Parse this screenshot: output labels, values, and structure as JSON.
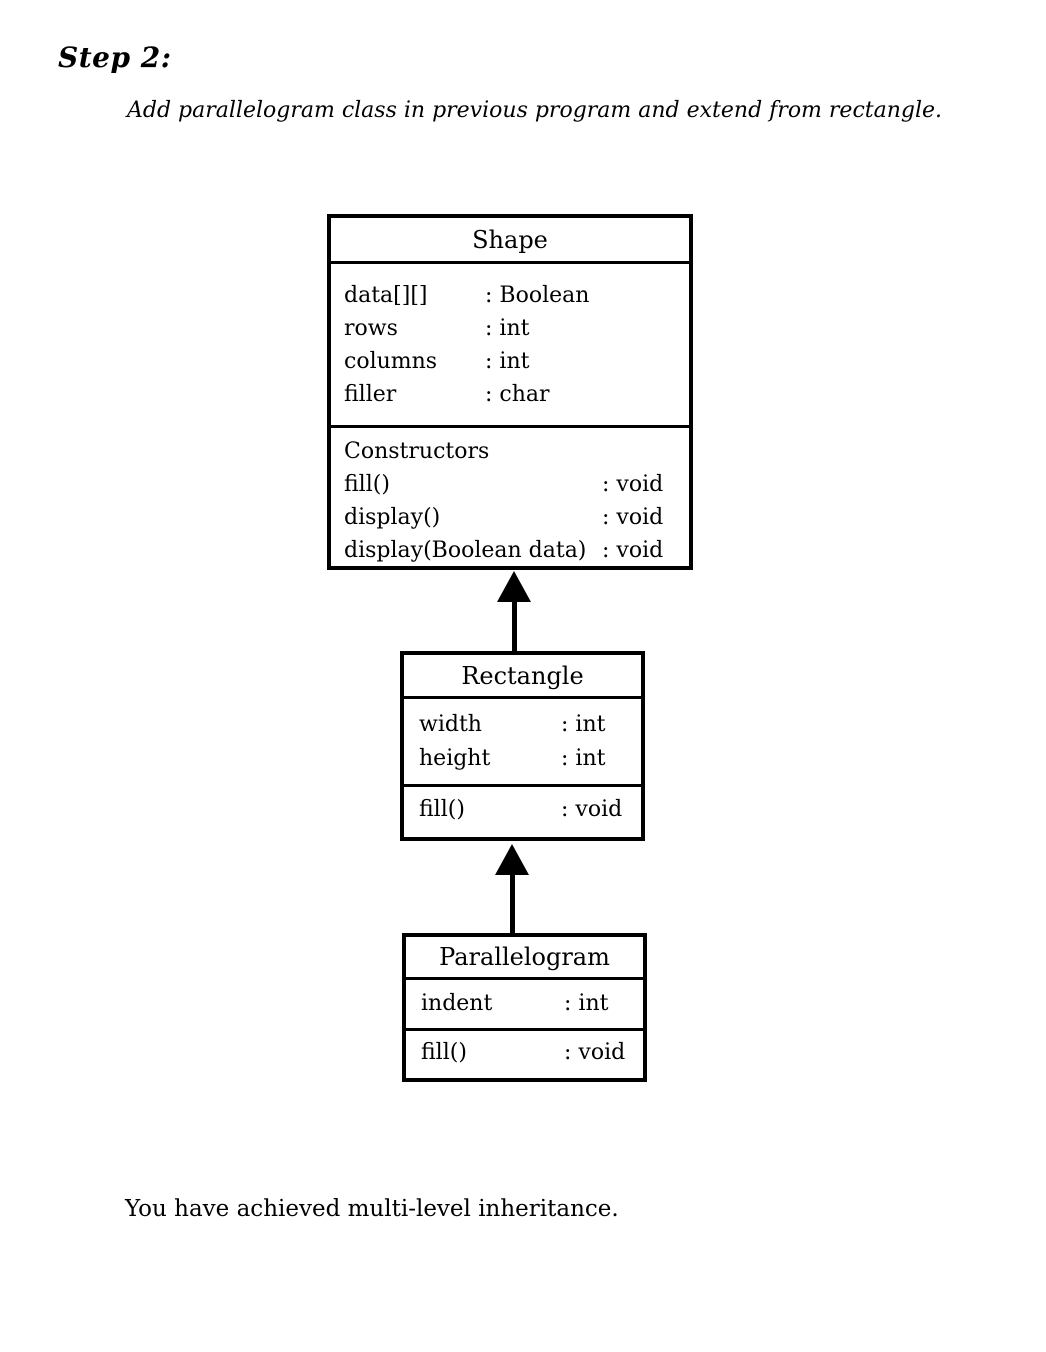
{
  "page": {
    "heading": "Step 2:",
    "subtitle": "Add parallelogram class in previous program and extend from rectangle.",
    "footer": "You have achieved multi-level inheritance."
  },
  "colors": {
    "text": "#000000",
    "background": "#ffffff",
    "line": "#000000"
  },
  "diagram": {
    "type": "uml-class-diagram",
    "relationships": [
      {
        "from": "Rectangle",
        "to": "Shape",
        "kind": "inheritance"
      },
      {
        "from": "Parallelogram",
        "to": "Rectangle",
        "kind": "inheritance"
      }
    ],
    "classes": [
      {
        "name": "Shape",
        "attributes": [
          {
            "name": "data[][]",
            "type": ": Boolean"
          },
          {
            "name": "rows",
            "type": ": int"
          },
          {
            "name": "columns",
            "type": ": int"
          },
          {
            "name": "filler",
            "type": ": char"
          }
        ],
        "methods": [
          {
            "name": "Constructors",
            "type": ""
          },
          {
            "name": "fill()",
            "type": ": void"
          },
          {
            "name": "display()",
            "type": ": void"
          },
          {
            "name": "display(Boolean data)",
            "type": ": void"
          }
        ]
      },
      {
        "name": "Rectangle",
        "attributes": [
          {
            "name": "width",
            "type": ": int"
          },
          {
            "name": "height",
            "type": ": int"
          }
        ],
        "methods": [
          {
            "name": "fill()",
            "type": ": void"
          }
        ]
      },
      {
        "name": "Parallelogram",
        "attributes": [
          {
            "name": "indent",
            "type": ": int"
          }
        ],
        "methods": [
          {
            "name": "fill()",
            "type": ": void"
          }
        ]
      }
    ]
  }
}
